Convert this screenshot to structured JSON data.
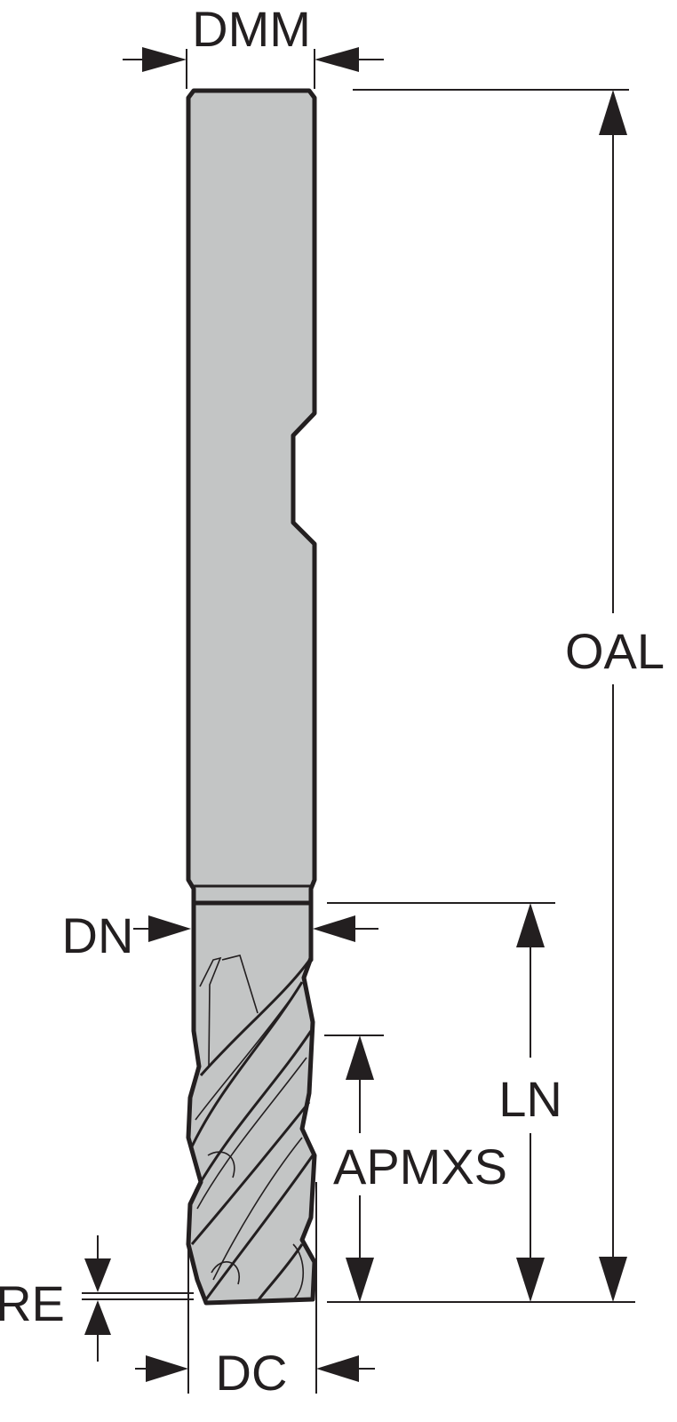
{
  "title": "End mill dimension drawing",
  "colors": {
    "tool_fill": "#c3c5c5",
    "line": "#231f20"
  },
  "labels": {
    "dmm": "DMM",
    "oal": "OAL",
    "dn": "DN",
    "ln": "LN",
    "apmxs": "APMXS",
    "re": "RE",
    "dc": "DC"
  }
}
